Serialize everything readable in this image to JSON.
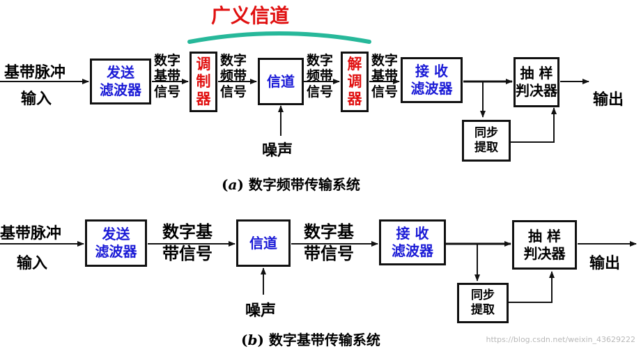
{
  "title": "广义信道",
  "diagram_a": {
    "input_l1": "基带脉冲",
    "input_l2": "输入",
    "tx_filter_l1": "发送",
    "tx_filter_l2": "滤波器",
    "sig1": [
      "数字",
      "基带",
      "信号"
    ],
    "modulator": [
      "调",
      "制",
      "器"
    ],
    "sig2": [
      "数字",
      "频带",
      "信号"
    ],
    "channel": "信道",
    "noise": "噪声",
    "sig3": [
      "数字",
      "频带",
      "信号"
    ],
    "demodulator": [
      "解",
      "调",
      "器"
    ],
    "sig4": [
      "数字",
      "基带",
      "信号"
    ],
    "rx_filter_l1": "接 收",
    "rx_filter_l2": "滤波器",
    "decider_l1": "抽 样",
    "decider_l2": "判决器",
    "sync_l1": "同步",
    "sync_l2": "提取",
    "output": "输出",
    "caption_letter": "a",
    "caption_text": "数字频带传输系统"
  },
  "diagram_b": {
    "input_l1": "基带脉冲",
    "input_l2": "输入",
    "tx_filter_l1": "发送",
    "tx_filter_l2": "滤波器",
    "sig1_l1": "数字基",
    "sig1_l2": "带信号",
    "channel": "信道",
    "noise": "噪声",
    "sig2_l1": "数字基",
    "sig2_l2": "带信号",
    "rx_filter_l1": "接 收",
    "rx_filter_l2": "滤波器",
    "decider_l1": "抽 样",
    "decider_l2": "判决器",
    "sync_l1": "同步",
    "sync_l2": "提取",
    "output": "输出",
    "caption_letter": "b",
    "caption_text": "数字基带传输系统"
  },
  "watermark": "https://blog.csdn.net/weixin_43629222",
  "colors": {
    "blue": "#1a1ad6",
    "red": "#e01010",
    "bracket": "#27b89a"
  }
}
